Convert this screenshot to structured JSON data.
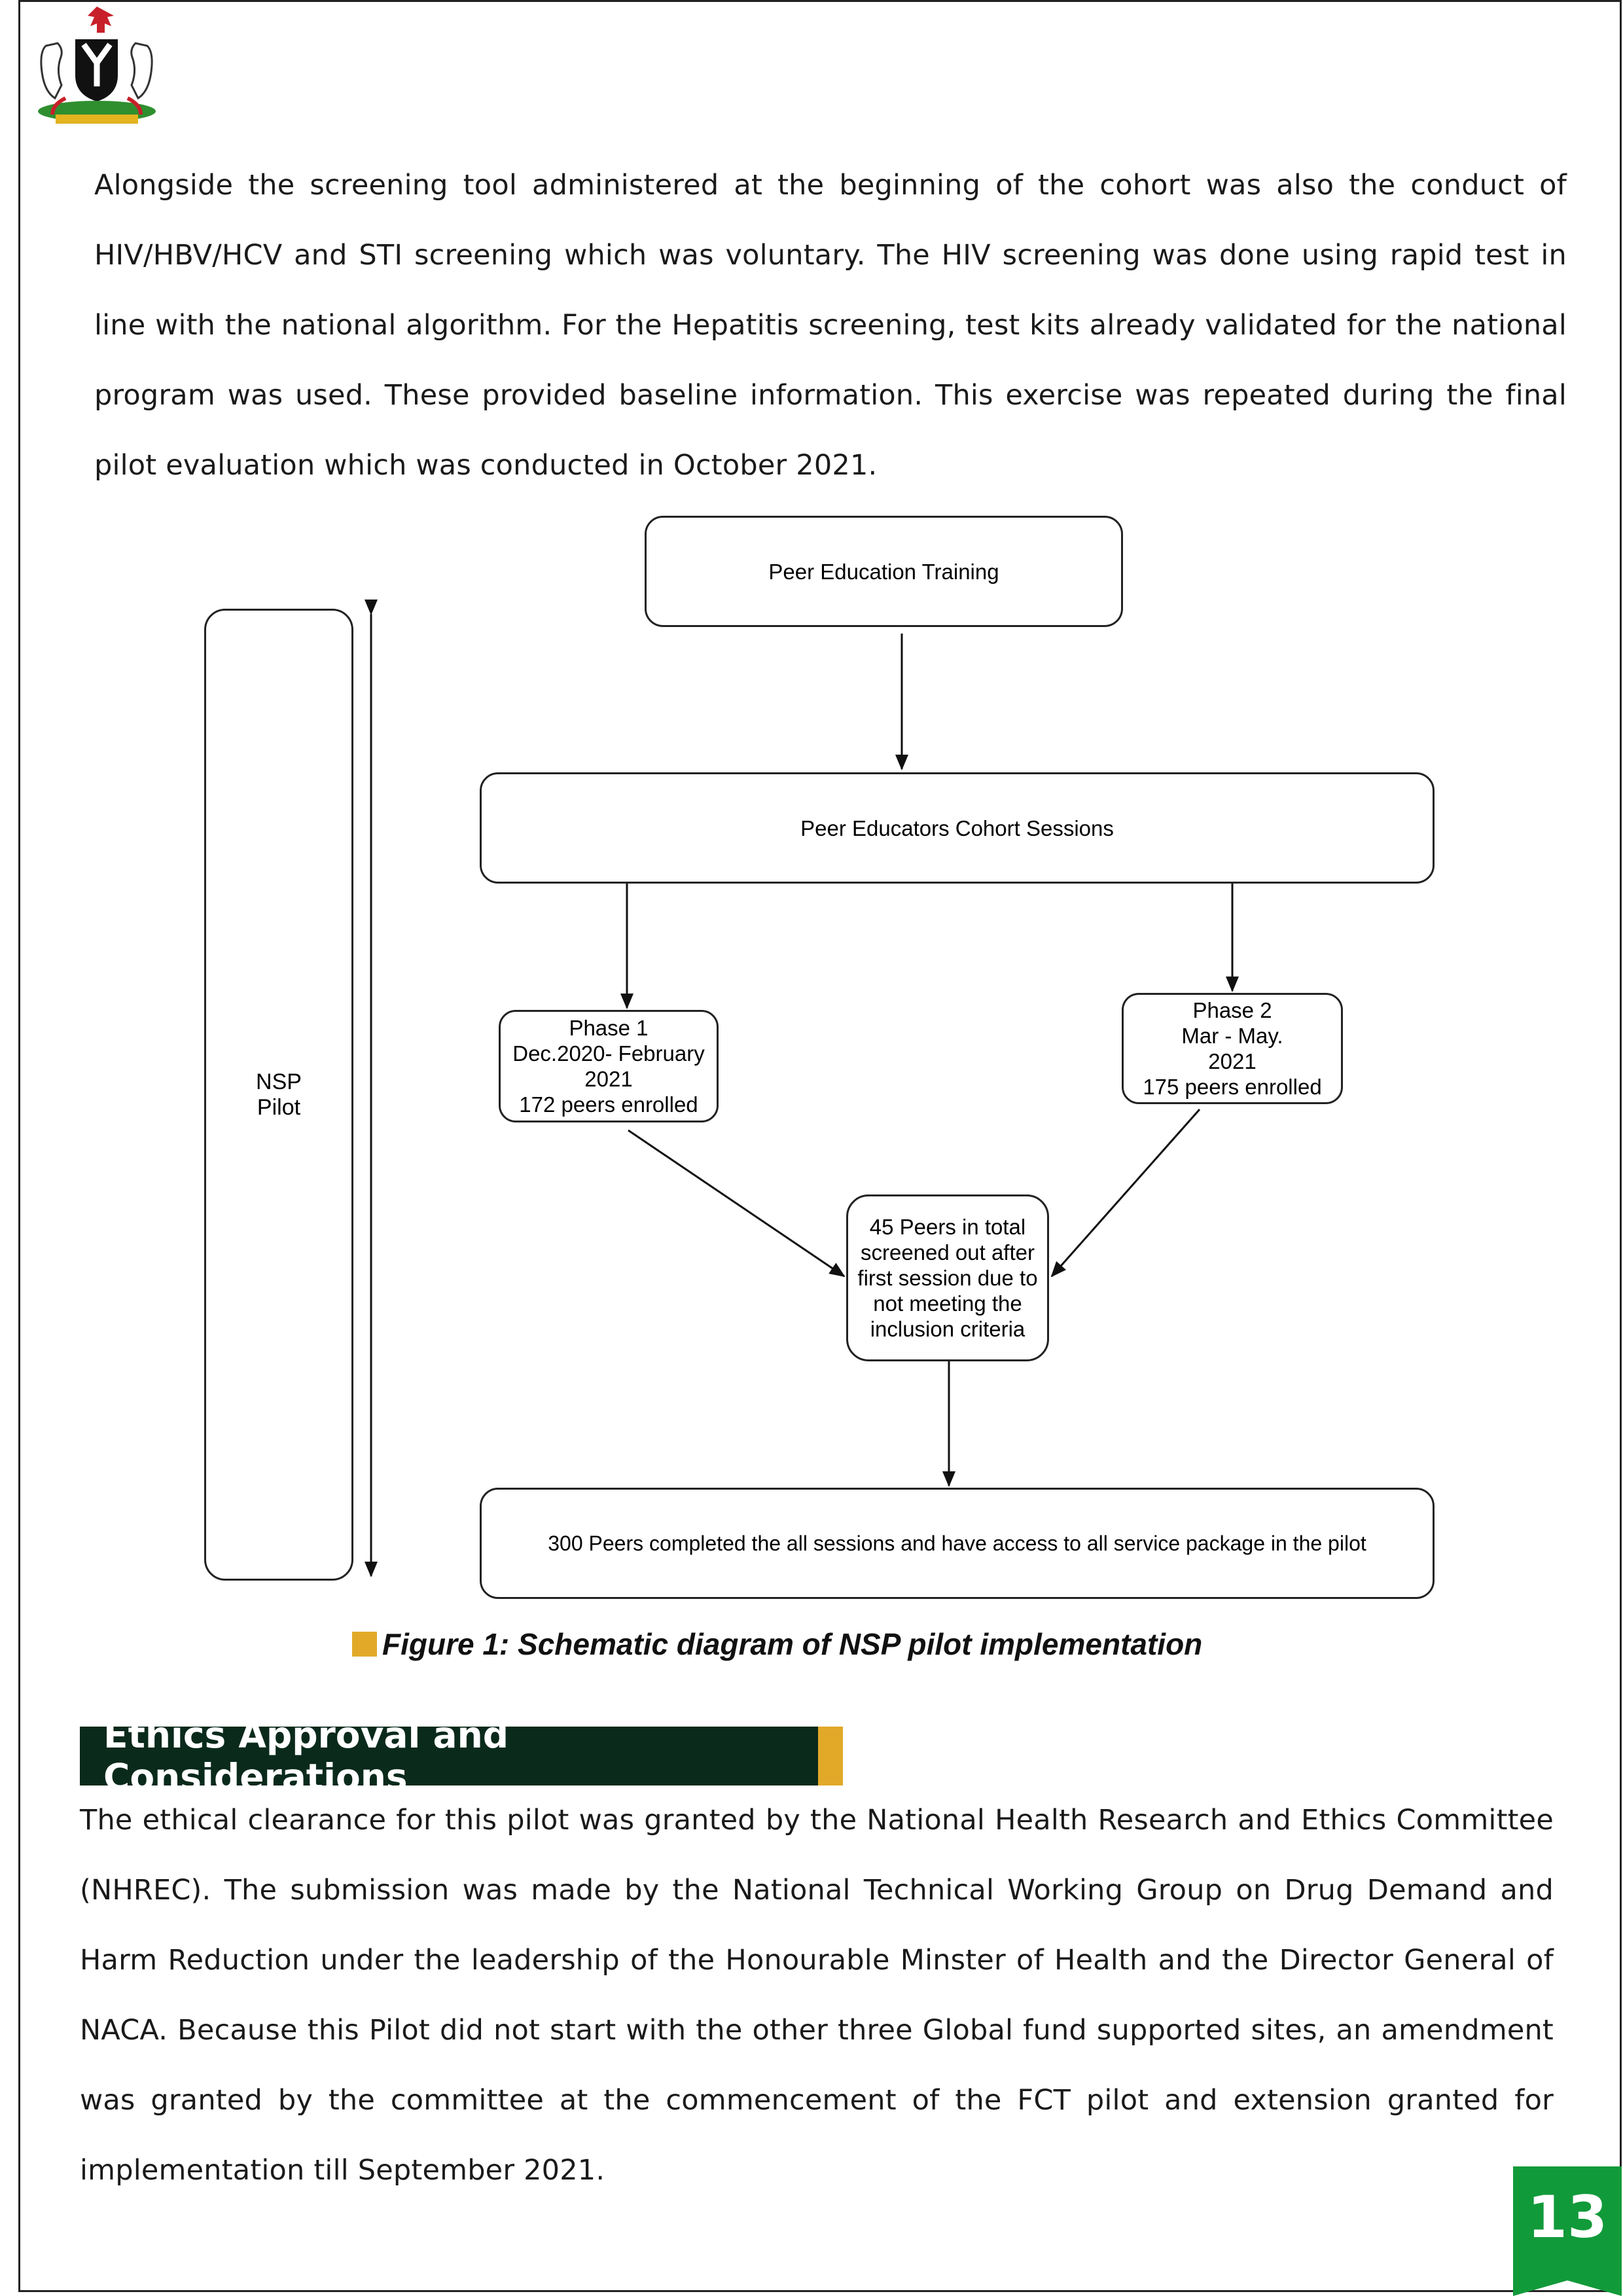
{
  "body": {
    "intro_paragraph": "Alongside the screening tool administered at the beginning of the cohort was also the conduct of HIV/HBV/HCV and STI screening which was voluntary.  The HIV screening was done using rapid test in line with the national algorithm. For the Hepatitis screening, test kits already validated for the national program was used. These provided baseline information. This exercise was repeated during the final pilot evaluation which was conducted in October 2021."
  },
  "figure": {
    "boxes": {
      "training": "Peer Education Training",
      "cohort": "Peer  Educators  Cohort Sessions",
      "phase1": "Phase 1\nDec.2020- February\n2021\n172 peers enrolled",
      "phase2": "Phase 2\nMar - May.\n2021\n175 peers enrolled",
      "screened": "45  Peers in total\nscreened out after\nfirst session due to\nnot meeting the\ninclusion criteria",
      "completed": "300 Peers completed the all sessions and have access to all  service package in the  pilot",
      "nsp": "NSP\n Pilot"
    },
    "caption": "Figure 1: Schematic diagram of NSP pilot implementation"
  },
  "section": {
    "title": "Ethics Approval and Considerations",
    "paragraph": "The ethical clearance for this pilot was granted by the National Health Research and Ethics Committee (NHREC). The submission was made by the National Technical Working Group on Drug Demand and Harm Reduction under the leadership of the Honourable Minster of Health and the Director General of NACA. Because this Pilot did not start with the other three Global fund supported sites, an amendment was granted by the committee at the commencement of the FCT pilot and extension granted for implementation till September 2021."
  },
  "page_number": "13",
  "colors": {
    "accent_gold": "#e2a929",
    "header_dark_green": "#0a2a1c",
    "badge_green": "#119a3a"
  }
}
